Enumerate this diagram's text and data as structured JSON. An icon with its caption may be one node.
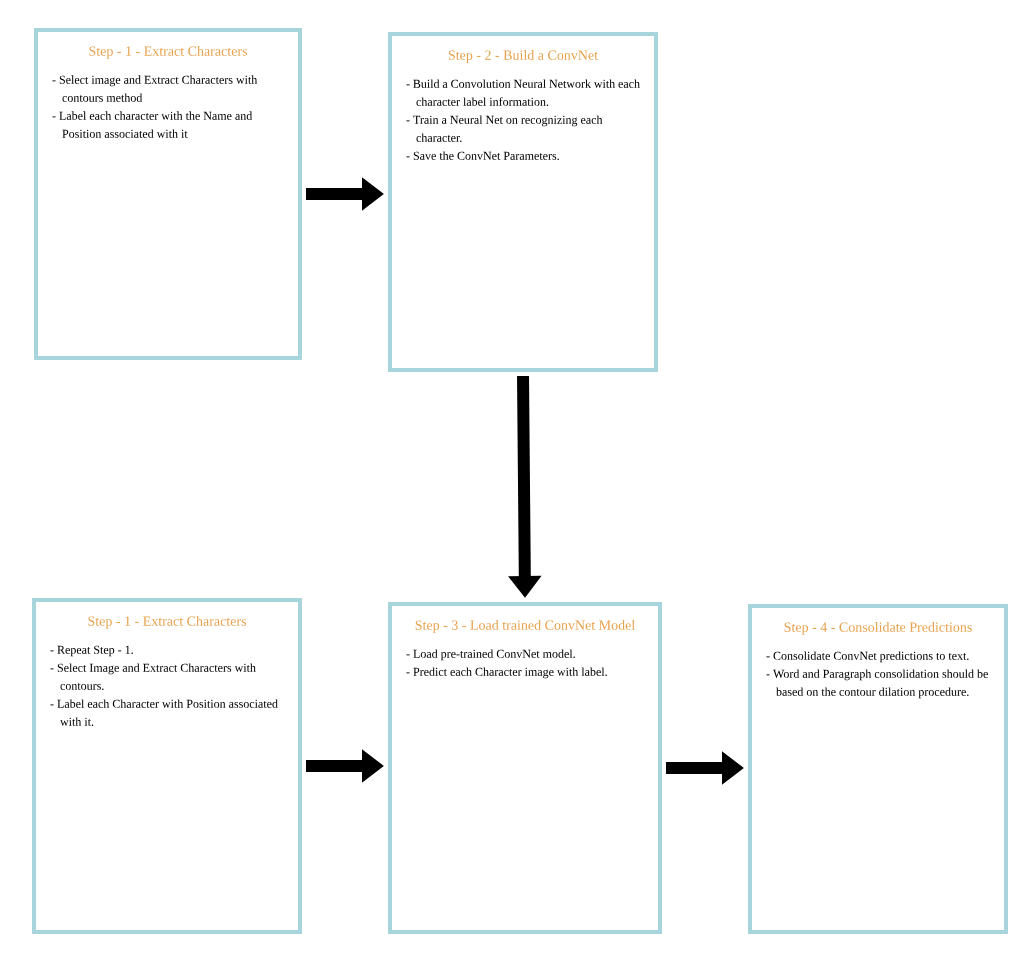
{
  "diagram": {
    "nodes": [
      {
        "text": [
          "Step - 1 - Extract Characters",
          "- Select image and Extract Characters with contours method",
          "- Label each character with the Name and Position associated with it"
        ]
      },
      {
        "text": [
          "Step - 2 - Build a ConvNet",
          "- Build a Convolution Neural Network with each character label information.",
          "- Train a Neural Net on recognizing each character.",
          "- Save the ConvNet Parameters."
        ]
      },
      {
        "text": [
          "Step - 1 - Extract Characters",
          "- Repeat Step - 1.",
          "- Select Image and Extract Characters with contours.",
          "- Label each Character with Position associated with it."
        ]
      },
      {
        "text": [
          "Step - 3 - Load trained ConvNet Model",
          "- Load pre-trained ConvNet model.",
          "- Predict each Character image with label."
        ]
      },
      {
        "text": [
          "Step - 4 - Consolidate Predictions",
          "- Consolidate ConvNet predictions to text.",
          "- Word and Paragraph consolidation should be based on the contour dilation procedure."
        ]
      }
    ],
    "edges": [
      {
        "from": 0,
        "to": 1,
        "arrow": "to"
      },
      {
        "from": 1,
        "to": 3,
        "arrow": "to"
      },
      {
        "from": 2,
        "to": 3,
        "arrow": "to"
      },
      {
        "from": 3,
        "to": 4,
        "arrow": "to"
      }
    ]
  }
}
